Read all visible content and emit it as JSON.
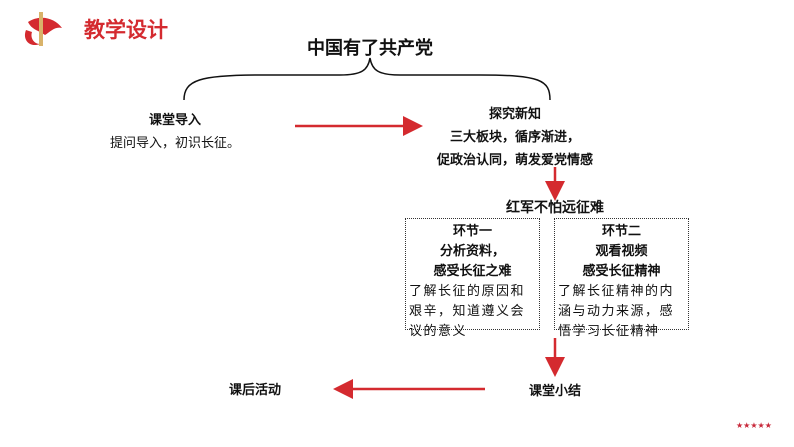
{
  "header": {
    "title": "教学设计",
    "logo": "red-flag-torch-logo"
  },
  "main_title": "中国有了共产党",
  "steps": {
    "intro": {
      "title": "课堂导入",
      "desc": "提问导入，初识长征。"
    },
    "explore": {
      "title": "探究新知",
      "lines": [
        "三大板块，循序渐进，",
        "促政治认同，萌发爱党情感"
      ]
    },
    "theme": "红军不怕远征难",
    "part1": {
      "heading": [
        "环节一",
        "分析资料，",
        "感受长征之难"
      ],
      "desc": [
        "了解长征的原因和",
        "艰辛，知道遵义会",
        "议的意义"
      ]
    },
    "part2": {
      "heading": [
        "环节二",
        "观看视频",
        "感受长征精神"
      ],
      "desc": [
        "了解长征精神的内",
        "涵与动力来源，感",
        "悟学习长征精神"
      ]
    },
    "summary": "课堂小结",
    "after": "课后活动"
  },
  "colors": {
    "accent": "#d42a2f"
  },
  "stars": "★★★★★"
}
